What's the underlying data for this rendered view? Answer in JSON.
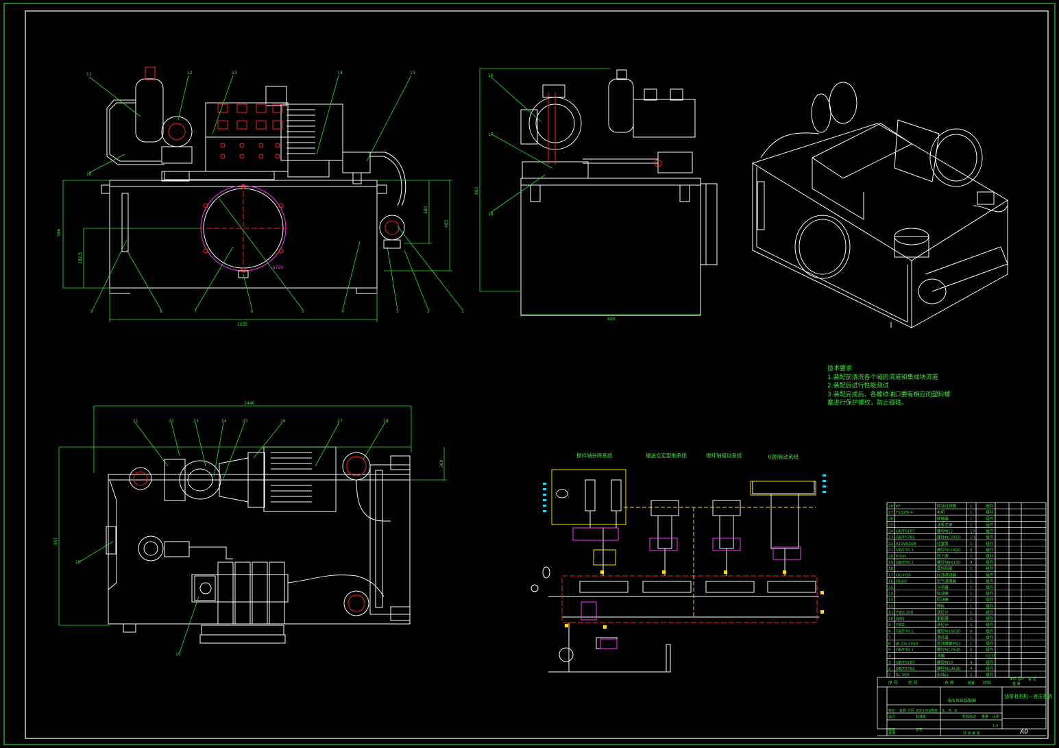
{
  "drawing": {
    "technical_requirements": {
      "heading": "技术要求",
      "items": [
        "1.装配前清洗各个阀的流道和集成块流道",
        "2.装配后进行性能测试",
        "3.装配完成后，各螺纹油口要有相应的塑料螺",
        "塞进行保护螺纹，防止磁碰。"
      ]
    },
    "schematic_sections": [
      "搅拌轴升降系统",
      "输送仓定型助系统",
      "搅拌轴驱动系统",
      "切割驱动系统"
    ],
    "title_block": {
      "drawing_title": "油菜收割机—液压系统",
      "sub_title": "液压系统装配图",
      "sheet_size": "A0",
      "scale": "1:4",
      "header_seq": "序 号",
      "header_code": "代 号",
      "header_name": "名 称",
      "header_qty": "数量",
      "header_material": "材料",
      "header_weight": "单件 总计",
      "header_weight2": "重 量",
      "header_remark": "备 注",
      "sheet_info": "共 张 第 张",
      "sign_labels": [
        "标记",
        "处数",
        "分区",
        "更改文件号",
        "签名",
        "年、月、日"
      ],
      "role_labels": [
        "设计",
        "审核",
        "工艺",
        "标准化",
        "批准"
      ],
      "stage_labels": [
        "阶段标记",
        "重量",
        "比例"
      ]
    },
    "bom": [
      {
        "no": "28",
        "code": "KF",
        "name": "回油过滤器",
        "qty": "1",
        "mat": "组件"
      },
      {
        "no": "27",
        "code": "Y132M-4",
        "name": "电机",
        "qty": "1",
        "mat": "组件"
      },
      {
        "no": "26",
        "code": "",
        "name": "联轴器",
        "qty": "1",
        "mat": "组件"
      },
      {
        "no": "25",
        "code": "",
        "name": "油泵支架",
        "qty": "1",
        "mat": "组件"
      },
      {
        "no": "24",
        "code": "GB/T6187",
        "name": "螺母M12",
        "qty": "10",
        "mat": "组件"
      },
      {
        "no": "23",
        "code": "GB/T5781",
        "name": "螺栓M12X50",
        "qty": "10",
        "mat": "组件"
      },
      {
        "no": "22",
        "code": "A10VSO28",
        "name": "柱塞泵",
        "qty": "1",
        "mat": "组件"
      },
      {
        "no": "21",
        "code": "GB/T70.1",
        "name": "螺钉M12X60",
        "qty": "8",
        "mat": "组件"
      },
      {
        "no": "20",
        "code": "KS10",
        "name": "压力表",
        "qty": "1",
        "mat": "组件"
      },
      {
        "no": "19",
        "code": "GB/T70.1",
        "name": "螺钉M8X120",
        "qty": "4",
        "mat": "组件"
      },
      {
        "no": "18",
        "code": "",
        "name": "叠加阀组",
        "qty": "1",
        "mat": "组件"
      },
      {
        "no": "17",
        "code": "GU-H10",
        "name": "回油滤油器",
        "qty": "1",
        "mat": "组件"
      },
      {
        "no": "16",
        "code": "QUQ2",
        "name": "空气滤清器",
        "qty": "1",
        "mat": "组件"
      },
      {
        "no": "15",
        "code": "",
        "name": "冷却器",
        "qty": "1",
        "mat": "组件"
      },
      {
        "no": "14",
        "code": "",
        "name": "吸油管",
        "qty": "1",
        "mat": "组件"
      },
      {
        "no": "13",
        "code": "",
        "name": "回油管",
        "qty": "1",
        "mat": "组件"
      },
      {
        "no": "12",
        "code": "",
        "name": "隔板",
        "qty": "1",
        "mat": "组件"
      },
      {
        "no": "11",
        "code": "YWZ-100",
        "name": "液位计",
        "qty": "1",
        "mat": "组件"
      },
      {
        "no": "10",
        "code": "NXQ",
        "name": "蓄能器",
        "qty": "1",
        "mat": "组件"
      },
      {
        "no": "9",
        "code": "YWZ",
        "name": "液位计",
        "qty": "1",
        "mat": "组件"
      },
      {
        "no": "8",
        "code": "GB/T70.1",
        "name": "螺钉M10X30",
        "qty": "8",
        "mat": "组件"
      },
      {
        "no": "7",
        "code": "",
        "name": "清洗盖",
        "qty": "1",
        "mat": "组件"
      },
      {
        "no": "6",
        "code": "JB-ZQ-4450",
        "name": "放油螺塞M42",
        "qty": "1",
        "mat": "组件"
      },
      {
        "no": "5",
        "code": "GB/T70.1",
        "name": "螺钉M12X45",
        "qty": "6",
        "mat": "组件"
      },
      {
        "no": "4",
        "code": "",
        "name": "油箱",
        "qty": "1",
        "mat": "Q235"
      },
      {
        "no": "3",
        "code": "GB/T6187",
        "name": "螺母M10",
        "qty": "4",
        "mat": "组件"
      },
      {
        "no": "2",
        "code": "GB/T5781",
        "name": "螺栓M10X30",
        "qty": "4",
        "mat": "组件"
      },
      {
        "no": "1",
        "code": "SL-304",
        "name": "吸油口",
        "qty": "1",
        "mat": "组件"
      }
    ],
    "front_view_callouts": [
      "11",
      "12",
      "13",
      "14",
      "15",
      "10",
      "9",
      "8",
      "7",
      "6",
      "5",
      "4",
      "3",
      "2",
      "1"
    ],
    "side_view_callouts": [
      "16",
      "17",
      "18"
    ],
    "top_view_callouts": [
      "21",
      "22",
      "23",
      "24",
      "25",
      "26",
      "27",
      "28",
      "20",
      "19"
    ],
    "dims": {
      "front_width": "1035",
      "front_height_left": "586",
      "front_inner": "282.5",
      "front_right1": "380",
      "front_right2": "485",
      "front_circle": "ø720",
      "side_width": "820",
      "side_height": "882",
      "top_width": "1440",
      "top_height": "997",
      "top_right": "360"
    },
    "colors": {
      "frame": "#2bd12b",
      "line": "#ffffff",
      "leader": "#22ee22",
      "center": "#ff2020",
      "accent": "#ff22ff",
      "cyan": "#22d8ff",
      "yellow": "#ffe000"
    }
  }
}
